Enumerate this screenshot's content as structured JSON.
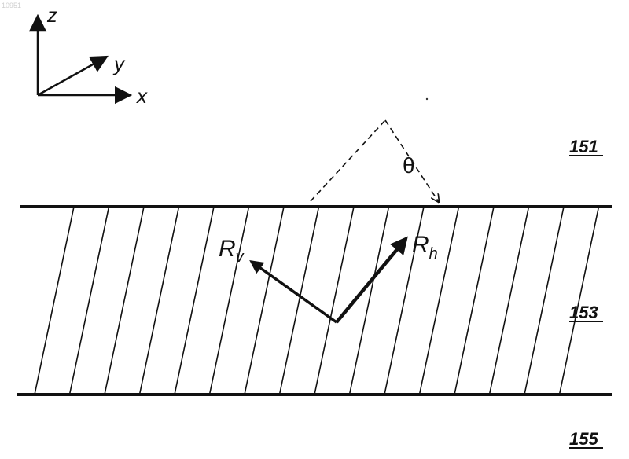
{
  "watermark": "10951",
  "axes": {
    "z": "z",
    "y": "y",
    "x": "x"
  },
  "angle_label": "θ",
  "vectors": {
    "rv": {
      "main": "R",
      "sub": "v"
    },
    "rh": {
      "main": "R",
      "sub": "h"
    }
  },
  "references": {
    "top": "151",
    "middle": "153",
    "bottom": "155"
  },
  "hatch_line_count": 16
}
